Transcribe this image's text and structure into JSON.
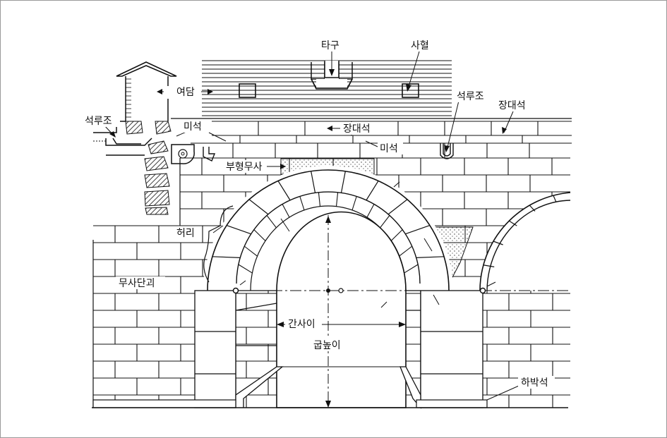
{
  "labels": {
    "tagu": "타구",
    "sahyeol": "사혈",
    "yeodam": "여담",
    "seokrujo_left": "석루조",
    "miseok_left": "미석",
    "jangdaeseok_center": "장대석",
    "miseok_center": "미석",
    "seokrujo_right": "석루조",
    "jangdaeseok_right": "장대석",
    "buhyeongmusa": "부형무사",
    "heori": "허리",
    "musadangoe": "무사단괴",
    "gansai": "간사이",
    "gupnopi": "굽높이",
    "habakseok": "하박석"
  },
  "colors": {
    "line": "#111111",
    "frame": "#9a9a9a",
    "background": "#ffffff"
  }
}
